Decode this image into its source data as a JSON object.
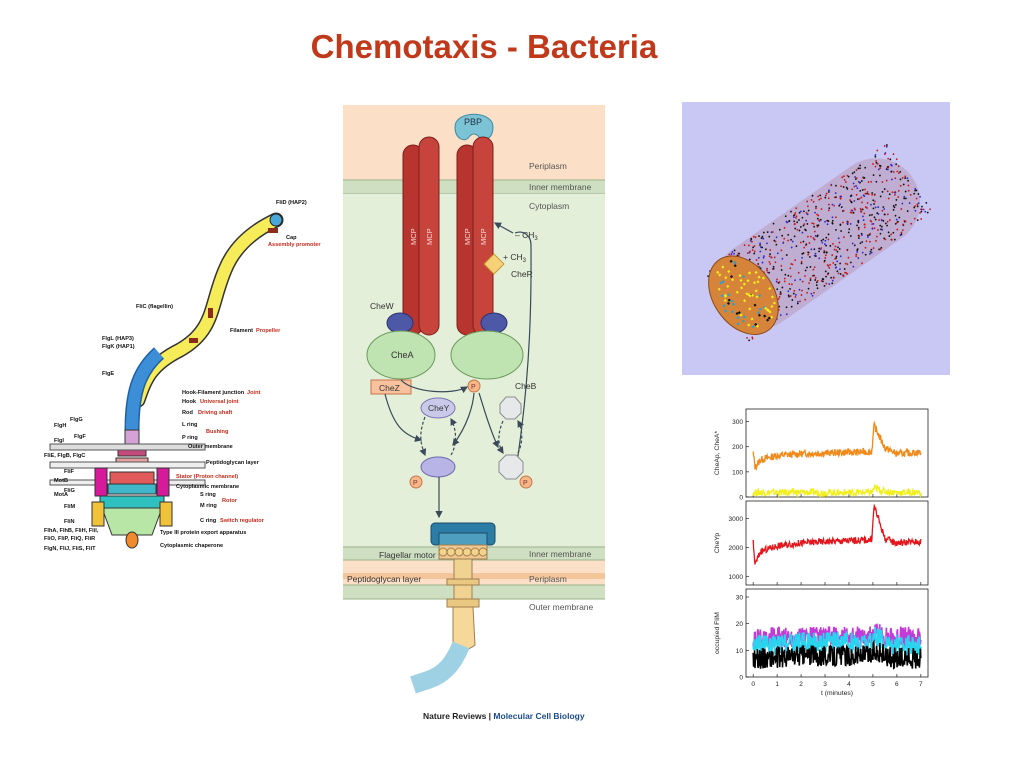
{
  "slide": {
    "title": "Chemotaxis - Bacteria"
  },
  "colors": {
    "title": "#c0391b",
    "receptor": "#b8352f",
    "cytoplasm": "#e3efd9",
    "periplasm": "#fbe0c7",
    "cell_bg": "#c9c8f5",
    "plot_orange": "#f28a1b",
    "plot_yellow": "#f2ef1e",
    "plot_red": "#e3161c",
    "plot_cyan": "#2ad4ee",
    "plot_magenta": "#c23bd6"
  },
  "motor_diagram": {
    "left_labels": [
      "FliC (flagellin)",
      "FlgL (HAP3)",
      "FlgK (HAP1)",
      "FlgE",
      "FlgH",
      "FlgG",
      "FlgI",
      "FlgF",
      "FliE, FlgB, FlgC",
      "FliF",
      "MotB",
      "FliG",
      "MotA",
      "FliM",
      "FliN",
      "FlhA, FlhB, FliH, FliI,",
      "FliO, FliP, FliQ, FliR",
      "FlgN, FliJ, FliS, FliT"
    ],
    "right_labels": [
      {
        "text": "FliD (HAP2)"
      },
      {
        "text": "Cap"
      },
      {
        "text": "Assembly promoter",
        "role": "Assembly promoter"
      },
      {
        "text": "Filament",
        "role": "Propeller"
      },
      {
        "text": "Hook-Filament junction",
        "role": "Joint"
      },
      {
        "text": "Hook",
        "role": "Universal joint"
      },
      {
        "text": "Rod",
        "role": "Driving shaft"
      },
      {
        "text": "L ring"
      },
      {
        "text": "P ring",
        "role": "Bushing"
      },
      {
        "text": "Outer membrane"
      },
      {
        "text": "Peptidoglycan layer"
      },
      {
        "text": "Stator (Proton channel)",
        "role": "Stator (Proton channel)"
      },
      {
        "text": "Cytoplasmic membrane"
      },
      {
        "text": "S ring"
      },
      {
        "text": "M ring",
        "role": "Rotor"
      },
      {
        "text": "C ring",
        "role": "Switch regulator"
      },
      {
        "text": "Type III protein export apparatus"
      },
      {
        "text": "Cytoplasmic chaperone"
      }
    ]
  },
  "pathway": {
    "compartments": [
      "Periplasm",
      "Inner membrane",
      "Cytoplasm"
    ],
    "lower_compartments": [
      "Inner membrane",
      "Periplasm",
      "Outer membrane"
    ],
    "proteins": {
      "pbp": "PBP",
      "mcp": "MCP",
      "chew": "CheW",
      "chea": "CheA",
      "chez": "CheZ",
      "chey": "CheY",
      "cheb": "CheB",
      "cher": "CheR",
      "phospho": "P",
      "methyl_minus": "– CH",
      "methyl_plus": "+ CH",
      "sub3": "3",
      "flagellar_motor": "Flagellar motor",
      "peptidoglycan": "Peptidoglycan layer"
    },
    "credit_journal": "Nature Reviews",
    "credit_separator": " | ",
    "credit_subject": "Molecular Cell Biology"
  },
  "plots": {
    "panels": [
      {
        "ylabel": "CheAp, CheA*",
        "yticks": [
          "0",
          "100",
          "200",
          "300"
        ]
      },
      {
        "ylabel": "CheYp",
        "yticks": [
          "1000",
          "2000",
          "3000"
        ]
      },
      {
        "ylabel": "occupied FliM",
        "yticks": [
          "0",
          "10",
          "20",
          "30"
        ]
      }
    ],
    "xticks": [
      "0",
      "1",
      "2",
      "3",
      "4",
      "5",
      "6",
      "7"
    ],
    "xlabel": "t (minutes)"
  },
  "chart_data": {
    "type": "line",
    "xlabel": "t (minutes)",
    "xlim": [
      -0.3,
      7.3
    ],
    "panels": [
      {
        "ylabel": "CheAp, CheA*",
        "ylim": [
          0,
          350
        ],
        "series": [
          {
            "color": "#f28a1b",
            "x": [
              0,
              0.08,
              0.3,
              1,
              2,
              3,
              4,
              4.95,
              5.05,
              5.5,
              6,
              7
            ],
            "y": [
              175,
              118,
              148,
              165,
              172,
              175,
              178,
              180,
              285,
              195,
              172,
              178
            ]
          },
          {
            "color": "#f2ef1e",
            "x": [
              0,
              1,
              2,
              3,
              4,
              4.95,
              5.05,
              5.5,
              6,
              7
            ],
            "y": [
              18,
              18,
              18,
              18,
              18,
              18,
              35,
              22,
              18,
              18
            ]
          }
        ]
      },
      {
        "ylabel": "CheYp",
        "ylim": [
          700,
          3600
        ],
        "series": [
          {
            "color": "#e3161c",
            "x": [
              0,
              0.08,
              0.3,
              1,
              2,
              3,
              4,
              4.95,
              5.05,
              5.5,
              6,
              7
            ],
            "y": [
              2150,
              1400,
              1850,
              2050,
              2150,
              2200,
              2230,
              2260,
              3450,
              2300,
              2150,
              2200
            ]
          }
        ]
      },
      {
        "ylabel": "occupied FliM",
        "ylim": [
          0,
          33
        ],
        "series": [
          {
            "color": "#c23bd6",
            "x": [
              0,
              1,
              2,
              3,
              4,
              4.95,
              5.05,
              5.5,
              6,
              7
            ],
            "y": [
              14,
              15,
              15,
              15,
              15,
              15,
              17,
              15,
              15,
              15
            ]
          },
          {
            "color": "#2ad4ee",
            "x": [
              0,
              1,
              2,
              3,
              4,
              4.95,
              5.05,
              5.5,
              6,
              7
            ],
            "y": [
              12,
              12,
              13,
              13,
              13,
              13,
              15,
              13,
              12,
              12
            ]
          },
          {
            "color": "#000000",
            "x": [
              0,
              1,
              2,
              3,
              4,
              4.95,
              5.05,
              5.5,
              6,
              7
            ],
            "y": [
              7,
              7,
              8,
              8,
              8,
              8,
              10,
              8,
              7,
              7
            ]
          }
        ]
      }
    ]
  }
}
